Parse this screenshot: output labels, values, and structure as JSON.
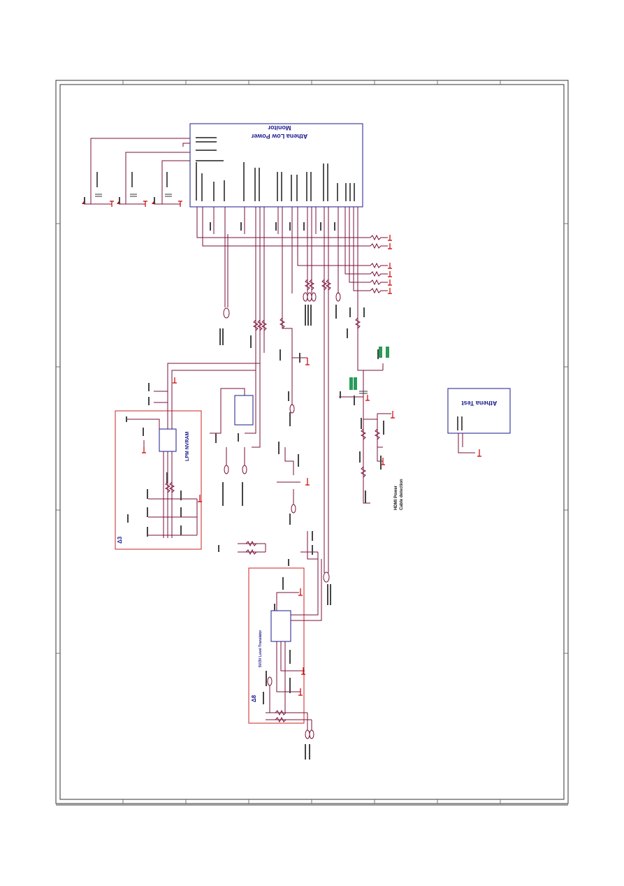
{
  "schematic": {
    "main_block_title": "Athena Low Power",
    "main_block_subtitle": "Monitor",
    "test_block_title": "Athena Test",
    "nvram_label": "LPM NVRAM",
    "level_translator_label": "5V/3V Level Translator",
    "hdmi_label_line1": "HDMI Power",
    "hdmi_label_line2": "Cable detection",
    "section_3_label": "Δ3",
    "section_8_label": "Δ8",
    "colors": {
      "wire": "#7a0f3a",
      "ground": "#cc0000",
      "block_border": "#1a1a8c",
      "section_border": "#cc2222",
      "note_text": "#2a9a5a"
    }
  }
}
